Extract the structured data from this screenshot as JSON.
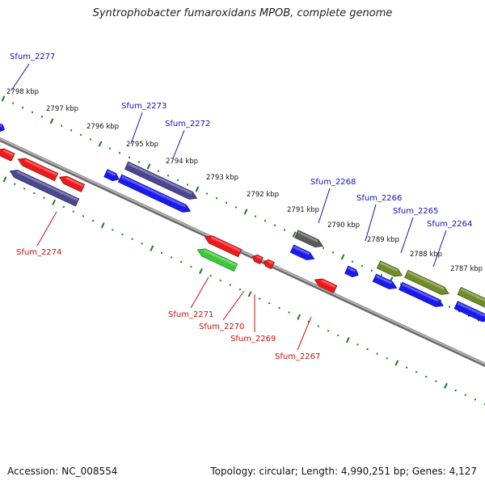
{
  "title": "Syntrophobacter fumaroxidans MPOB, complete genome",
  "footer": {
    "accession": "Accession: NC_008554",
    "summary": "Topology: circular; Length: 4,990,251 bp; Genes: 4,127"
  },
  "colors": {
    "backbone": "#8a8a8a",
    "tick": "#1e7a1e",
    "label_top": "#1010b0",
    "label_bottom": "#c01010",
    "blue": "#1a1aee",
    "red": "#ee1a1a",
    "purple": "#4a4690",
    "green": "#3cc83c",
    "olive": "#6e8c28",
    "gray": "#5a5a5a"
  },
  "kbp_ticks": [
    {
      "label": "2798 kbp"
    },
    {
      "label": "2797 kbp"
    },
    {
      "label": "2796 kbp"
    },
    {
      "label": "2795 kbp"
    },
    {
      "label": "2794 kbp"
    },
    {
      "label": "2793 kbp"
    },
    {
      "label": "2792 kbp"
    },
    {
      "label": "2791 kbp"
    },
    {
      "label": "2790 kbp"
    },
    {
      "label": "2789 kbp"
    },
    {
      "label": "2788 kbp"
    },
    {
      "label": "2787 kbp"
    }
  ],
  "gene_labels_top": [
    {
      "label": "Sfum_2277"
    },
    {
      "label": "Sfum_2273"
    },
    {
      "label": "Sfum_2272"
    },
    {
      "label": "Sfum_2268"
    },
    {
      "label": "Sfum_2266"
    },
    {
      "label": "Sfum_2265"
    },
    {
      "label": "Sfum_2264"
    }
  ],
  "gene_labels_bottom": [
    {
      "label": "Sfum_2274"
    },
    {
      "label": "Sfum_2271"
    },
    {
      "label": "Sfum_2270"
    },
    {
      "label": "Sfum_2269"
    },
    {
      "label": "Sfum_2267"
    }
  ]
}
